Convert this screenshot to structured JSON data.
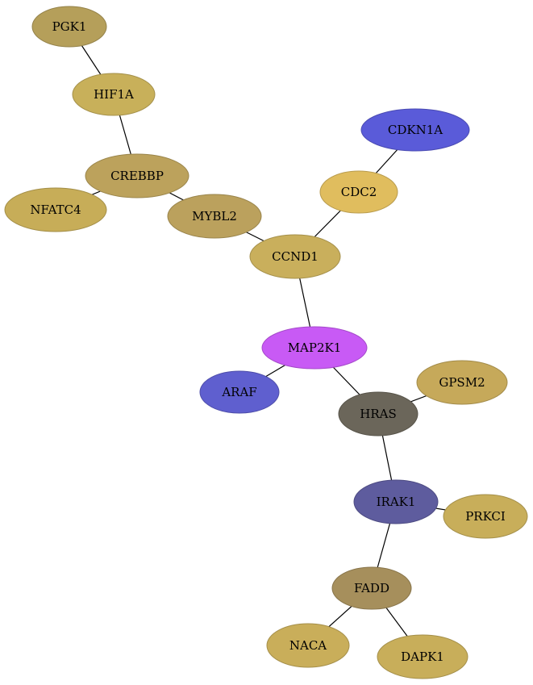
{
  "nodes": [
    {
      "id": "PGK1",
      "label": "PGK1",
      "color": "#b59f5a"
    },
    {
      "id": "HIF1A",
      "label": "HIF1A",
      "color": "#c8b05a"
    },
    {
      "id": "CREBBP",
      "label": "CREBBP",
      "color": "#bca25c"
    },
    {
      "id": "NFATC4",
      "label": "NFATC4",
      "color": "#c7ad58"
    },
    {
      "id": "MYBL2",
      "label": "MYBL2",
      "color": "#bba15d"
    },
    {
      "id": "CDKN1A",
      "label": "CDKN1A",
      "color": "#5a5bd9"
    },
    {
      "id": "CDC2",
      "label": "CDC2",
      "color": "#e0bd5e"
    },
    {
      "id": "CCND1",
      "label": "CCND1",
      "color": "#c9af5c"
    },
    {
      "id": "MAP2K1",
      "label": "MAP2K1",
      "color": "#c85af5"
    },
    {
      "id": "ARAF",
      "label": "ARAF",
      "color": "#5f5fcf"
    },
    {
      "id": "HRAS",
      "label": "HRAS",
      "color": "#6b665a"
    },
    {
      "id": "GPSM2",
      "label": "GPSM2",
      "color": "#c6a95a"
    },
    {
      "id": "IRAK1",
      "label": "IRAK1",
      "color": "#5e5c9e"
    },
    {
      "id": "PRKCI",
      "label": "PRKCI",
      "color": "#c8ae5a"
    },
    {
      "id": "FADD",
      "label": "FADD",
      "color": "#a68f5c"
    },
    {
      "id": "NACA",
      "label": "NACA",
      "color": "#c9ae5a"
    },
    {
      "id": "DAPK1",
      "label": "DAPK1",
      "color": "#c8ae5a"
    }
  ],
  "edges": [
    [
      "PGK1",
      "HIF1A"
    ],
    [
      "HIF1A",
      "CREBBP"
    ],
    [
      "CREBBP",
      "NFATC4"
    ],
    [
      "CREBBP",
      "MYBL2"
    ],
    [
      "MYBL2",
      "CCND1"
    ],
    [
      "CDKN1A",
      "CDC2"
    ],
    [
      "CDC2",
      "CCND1"
    ],
    [
      "CCND1",
      "MAP2K1"
    ],
    [
      "MAP2K1",
      "ARAF"
    ],
    [
      "MAP2K1",
      "HRAS"
    ],
    [
      "HRAS",
      "GPSM2"
    ],
    [
      "HRAS",
      "IRAK1"
    ],
    [
      "IRAK1",
      "PRKCI"
    ],
    [
      "IRAK1",
      "FADD"
    ],
    [
      "FADD",
      "NACA"
    ],
    [
      "FADD",
      "DAPK1"
    ]
  ]
}
